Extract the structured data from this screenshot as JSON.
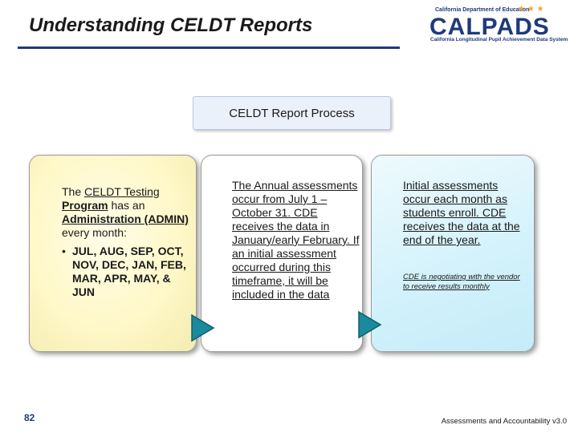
{
  "header": {
    "title": "Understanding CELDT Reports"
  },
  "logo": {
    "department": "California Department of Education",
    "wordmark": "CALPADS",
    "tagline": "California Longitudinal Pupil Achievement Data System"
  },
  "process_title": "CELDT Report Process",
  "panel_admin": {
    "intro_part1": "The ",
    "intro_celdt": "CELDT Testing",
    "intro_program": "Program",
    "intro_part2": " has an ",
    "intro_admin": "Administration (ADMIN)",
    "intro_part3": " every month:",
    "bullet_mark": "•",
    "months": "JUL, AUG, SEP, OCT, NOV, DEC, JAN, FEB, MAR, APR, MAY, & JUN"
  },
  "panel_annual": {
    "text": "The Annual assessments occur from July 1 – October 31. CDE receives the data in January/early February. If an initial assessment occurred during this timeframe, it will be included in the data"
  },
  "panel_initial": {
    "text": "Initial assessments occur each month as students enroll. CDE receives the data at the end of the year.",
    "note": "CDE is negotiating with the vendor to receive results monthly"
  },
  "footer": {
    "page_number": "82",
    "text": "Assessments and Accountability v3.0"
  },
  "colors": {
    "accent": "#1f3a78",
    "arrow": "#1a8a9c",
    "yellow_panel": "#fff8c9",
    "cyan_panel": "#d4f2fb"
  }
}
